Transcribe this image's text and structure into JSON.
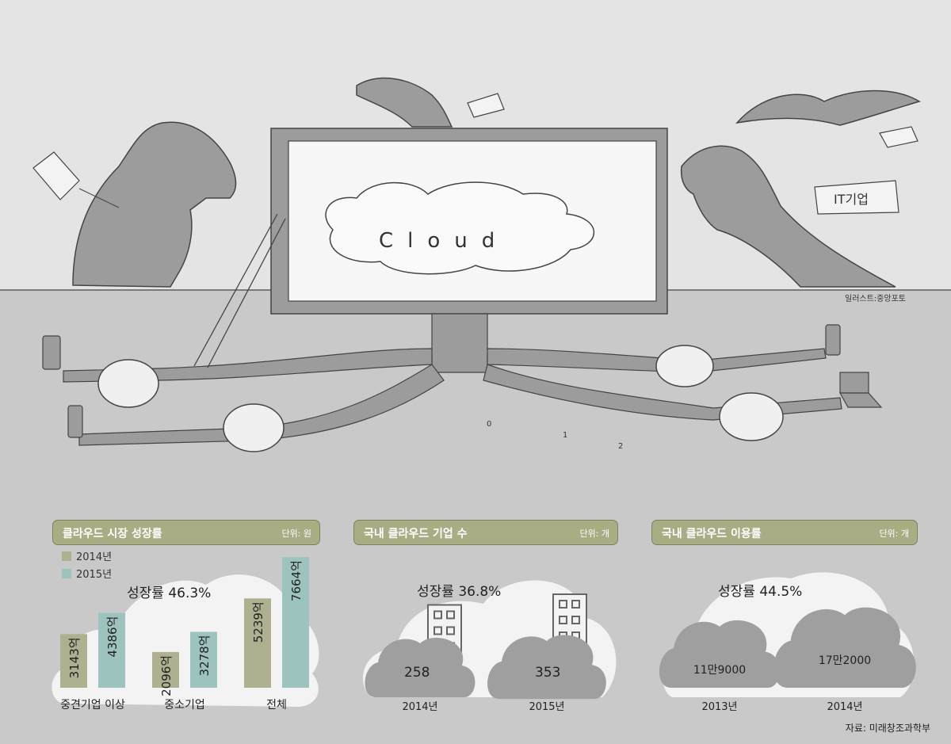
{
  "illustration": {
    "screen_text": "Cloud",
    "tag_text": "IT기업",
    "credit": "일러스트:중앙포토",
    "path_numbers": [
      "0",
      "1",
      "2"
    ]
  },
  "colors": {
    "bg_top": "#e4e4e4",
    "bg_bottom": "#c9c9c9",
    "header": "#a8ad84",
    "olive": "#aeb08f",
    "teal": "#9cc3be",
    "cloud_dark": "#9f9f9f"
  },
  "panels": [
    {
      "title": "클라우드 시장 성장률",
      "unit": "단위: 원"
    },
    {
      "title": "국내 클라우드 기업 수",
      "unit": "단위: 개"
    },
    {
      "title": "국내 클라우드 이용률",
      "unit": "단위: 개"
    }
  ],
  "source": "자료: 미래창조과학부",
  "chart_data": [
    {
      "type": "bar",
      "title": "클라우드 시장 성장률",
      "unit": "단위: 원",
      "annotation": "성장률 46.3%",
      "categories": [
        "중견기업 이상",
        "중소기업",
        "전체"
      ],
      "series": [
        {
          "name": "2014년",
          "values": [
            3143,
            2096,
            5239
          ],
          "labels": [
            "3143억",
            "2096억",
            "5239억"
          ]
        },
        {
          "name": "2015년",
          "values": [
            4386,
            3278,
            7664
          ],
          "labels": [
            "4386억",
            "3278억",
            "7664억"
          ]
        }
      ],
      "legend_position": "top-left"
    },
    {
      "type": "bar",
      "title": "국내 클라우드 기업 수",
      "unit": "단위: 개",
      "annotation": "성장률 36.8%",
      "categories": [
        "2014년",
        "2015년"
      ],
      "values": [
        258,
        353
      ],
      "labels": [
        "258",
        "353"
      ]
    },
    {
      "type": "bar",
      "title": "국내 클라우드 이용률",
      "unit": "단위: 개",
      "annotation": "성장률 44.5%",
      "categories": [
        "2013년",
        "2014년"
      ],
      "values": [
        119000,
        172000
      ],
      "labels": [
        "11만9000",
        "17만2000"
      ]
    }
  ]
}
